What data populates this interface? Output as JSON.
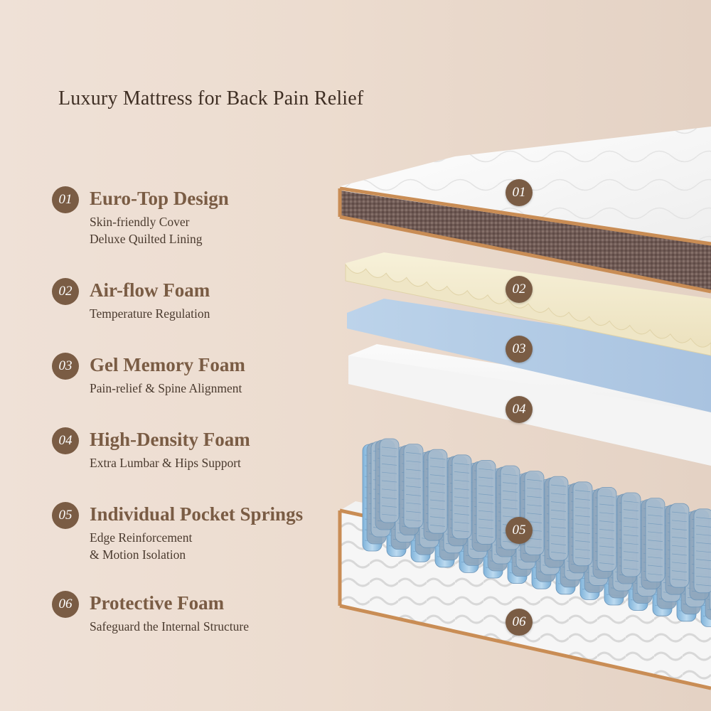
{
  "title": "Luxury Mattress for Back Pain Relief",
  "colors": {
    "badge": "#7a5c44",
    "heading": "#7a5c44",
    "text": "#4a3a2e",
    "trim": "#c98d55"
  },
  "features": [
    {
      "num": "01",
      "title": "Euro-Top Design",
      "lines": [
        "Skin-friendly Cover",
        "Deluxe Quilted Lining"
      ]
    },
    {
      "num": "02",
      "title": "Air-flow Foam",
      "lines": [
        "Temperature Regulation"
      ]
    },
    {
      "num": "03",
      "title": "Gel Memory Foam",
      "lines": [
        "Pain-relief & Spine Alignment"
      ]
    },
    {
      "num": "04",
      "title": "High-Density Foam",
      "lines": [
        "Extra Lumbar & Hips Support"
      ]
    },
    {
      "num": "05",
      "title": "Individual Pocket Springs",
      "lines": [
        "Edge Reinforcement",
        "& Motion Isolation"
      ]
    },
    {
      "num": "06",
      "title": "Protective Foam",
      "lines": [
        "Safeguard the Internal Structure"
      ]
    }
  ],
  "layer_badges": [
    "01",
    "02",
    "03",
    "04",
    "05",
    "06"
  ]
}
